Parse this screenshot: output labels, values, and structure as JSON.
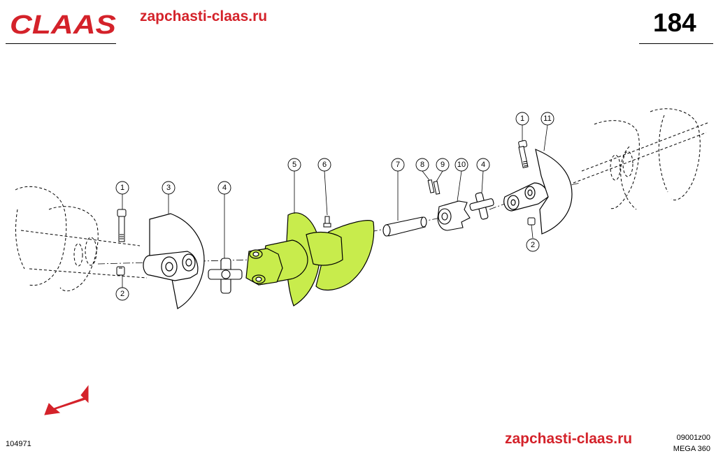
{
  "header": {
    "brand": "CLAAS",
    "site_url": "zapchasti-claas.ru",
    "page_number": "184"
  },
  "footer": {
    "site_url": "zapchasti-claas.ru",
    "ref_left": "104971",
    "ref_code": "09001z00",
    "model": "MEGA 360"
  },
  "colors": {
    "brand_red": "#d4222a",
    "highlight_green": "#c8ec4c",
    "line": "#000000"
  },
  "callouts": [
    "1",
    "2",
    "3",
    "4",
    "5",
    "6",
    "7",
    "8",
    "9",
    "10",
    "4",
    "1",
    "11",
    "2"
  ],
  "icons": {
    "direction_arrow": "arrow-down-left-icon"
  }
}
